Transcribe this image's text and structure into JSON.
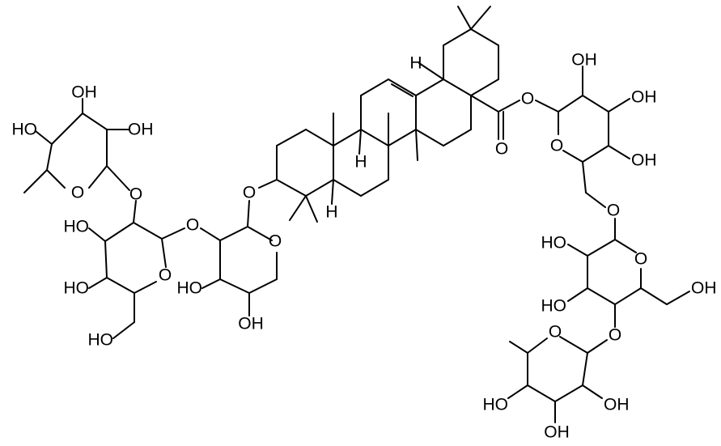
{
  "structure": {
    "rhamnose_left": {
      "oh_top": "OH",
      "oh_left": "HO",
      "oh_right": "OH",
      "ring_o": "O",
      "link_o": "O"
    },
    "glucose_left": {
      "oh_upper": "HO",
      "oh_lower": "HO",
      "ring_o": "O",
      "ch2oh": "HO",
      "link_o": "O"
    },
    "arabinose": {
      "oh_left": "HO",
      "oh_bottom": "OH",
      "ring_o": "O",
      "link_o": "O"
    },
    "aglycone": {
      "h_top": "H",
      "h_mid": "H",
      "h_low": "H",
      "carbonyl_o": "O",
      "ester_o": "O"
    },
    "glucose_right": {
      "oh_top": "OH",
      "oh_right": "OH",
      "oh_lower": "OH",
      "ring_o": "O",
      "link_o": "O"
    },
    "glucose_mid": {
      "oh_upper": "HO",
      "oh_lower": "HO",
      "ring_o": "O",
      "ch2oh": "OH",
      "link_o": "O"
    },
    "rhamnose_bottom": {
      "ring_o": "O",
      "oh_left": "HO",
      "oh_bottom": "OH",
      "oh_right": "OH"
    }
  },
  "colors": {
    "bond": "#000000",
    "background": "#ffffff"
  }
}
